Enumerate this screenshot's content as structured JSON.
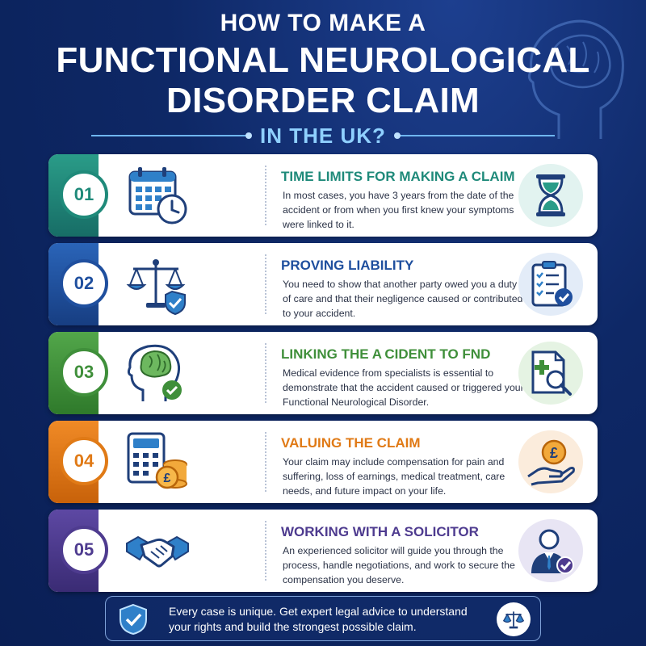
{
  "header": {
    "line1": "HOW TO MAKE A",
    "line2": "FUNCTIONAL NEUROLOGICAL",
    "line3": "DISORDER CLAIM",
    "subtitle": "IN THE UK?"
  },
  "cards": [
    {
      "number": "01",
      "title": "TIME LIMITS FOR MAKING A CLAIM",
      "body": "In most cases, you have 3 years from the date of the accident or from when you first knew your symptoms were linked to it.",
      "color": "#1f8a7a",
      "left_icon": "calendar-clock-icon",
      "right_icon": "hourglass-icon"
    },
    {
      "number": "02",
      "title": "PROVING LIABILITY",
      "body": "You need to show that another party owed you a duty of care and that their negligence caused or contributed to your accident.",
      "color": "#1f4f9e",
      "left_icon": "scales-shield-icon",
      "right_icon": "checklist-clipboard-icon"
    },
    {
      "number": "03",
      "title": "LINKING THE A CIDENT TO FND",
      "body": "Medical evidence from specialists is essential to demonstrate that the accident caused or triggered your Functional Neurological Disorder.",
      "color": "#3f8f3a",
      "left_icon": "head-brain-icon",
      "right_icon": "medical-document-search-icon"
    },
    {
      "number": "04",
      "title": "VALUING THE CLAIM",
      "body": "Your claim may include compensation for pain and suffering, loss of earnings, medical treatment, care needs, and future impact on your life.",
      "color": "#e07a16",
      "left_icon": "calculator-coins-icon",
      "right_icon": "hand-pound-coin-icon"
    },
    {
      "number": "05",
      "title": "WORKING WITH A SOLICITOR",
      "body": "An experienced solicitor will guide you through the process, handle negotiations, and work to secure the compensation you deserve.",
      "color": "#4e3b8f",
      "left_icon": "handshake-icon",
      "right_icon": "solicitor-avatar-icon"
    }
  ],
  "footer": {
    "text": "Every case is unique. Get expert legal advice to understand your rights and build the strongest possible claim."
  }
}
